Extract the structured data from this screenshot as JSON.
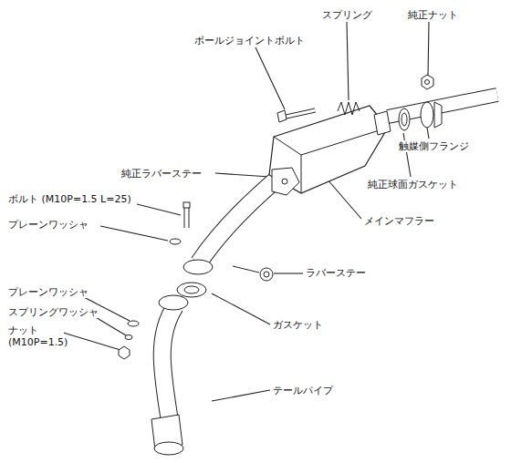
{
  "diagram": {
    "labels": [
      "スプリング",
      "純正ナット",
      "ボールジョイントボルト",
      "純正ラバーステー",
      "触媒側フランジ",
      "純正球面ガスケット",
      "メインマフラー",
      "ボルト (M10P=1.5 L=25)",
      "プレーンワッシャ",
      "ラバーステー",
      "プレーンワッシャ",
      "スプリングワッシャ",
      "ナット (M10P=1.5)",
      "ガスケット",
      "テールパイプ"
    ]
  }
}
